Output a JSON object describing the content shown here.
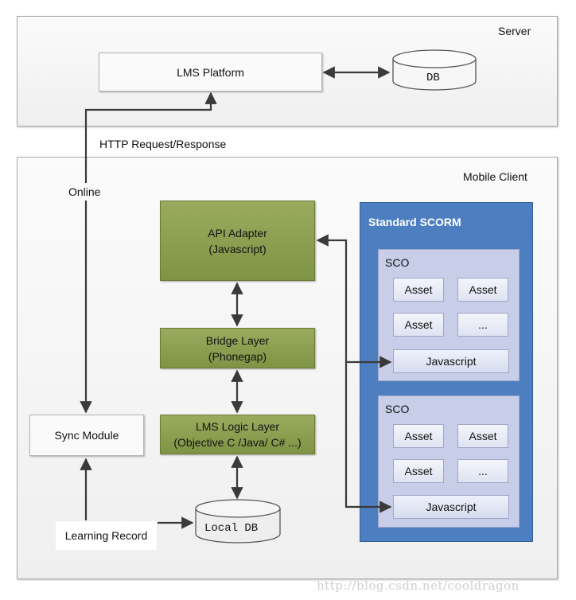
{
  "server": {
    "label": "Server"
  },
  "lms_platform": {
    "label": "LMS Platform"
  },
  "db": {
    "label": "DB"
  },
  "http_label": "HTTP Request/Response",
  "mobile_client": {
    "label": "Mobile Client"
  },
  "online_label": "Online",
  "sync_module": {
    "label": "Sync Module"
  },
  "learning_record": {
    "label": "Learning Record"
  },
  "local_db": {
    "label": "Local DB"
  },
  "api_adapter": {
    "line1": "API Adapter",
    "line2": "(Javascript)"
  },
  "bridge_layer": {
    "line1": "Bridge Layer",
    "line2": "(Phonegap)"
  },
  "lms_logic_layer": {
    "line1": "LMS Logic Layer",
    "line2": "(Objective C /Java/ C# ...)"
  },
  "standard_scorm": {
    "title": "Standard SCORM"
  },
  "scos": [
    {
      "label": "SCO",
      "assets": [
        "Asset",
        "Asset",
        "Asset",
        "..."
      ],
      "javascript": "Javascript"
    },
    {
      "label": "SCO",
      "assets": [
        "Asset",
        "Asset",
        "Asset",
        "..."
      ],
      "javascript": "Javascript"
    }
  ],
  "colors": {
    "green_layer": "#8b9d50",
    "scorm_blue": "#4d7fc0",
    "sco_fill": "#c9cee8",
    "arrow": "#3a3a3a"
  },
  "watermark": "http://blog.csdn.net/cooldragon"
}
